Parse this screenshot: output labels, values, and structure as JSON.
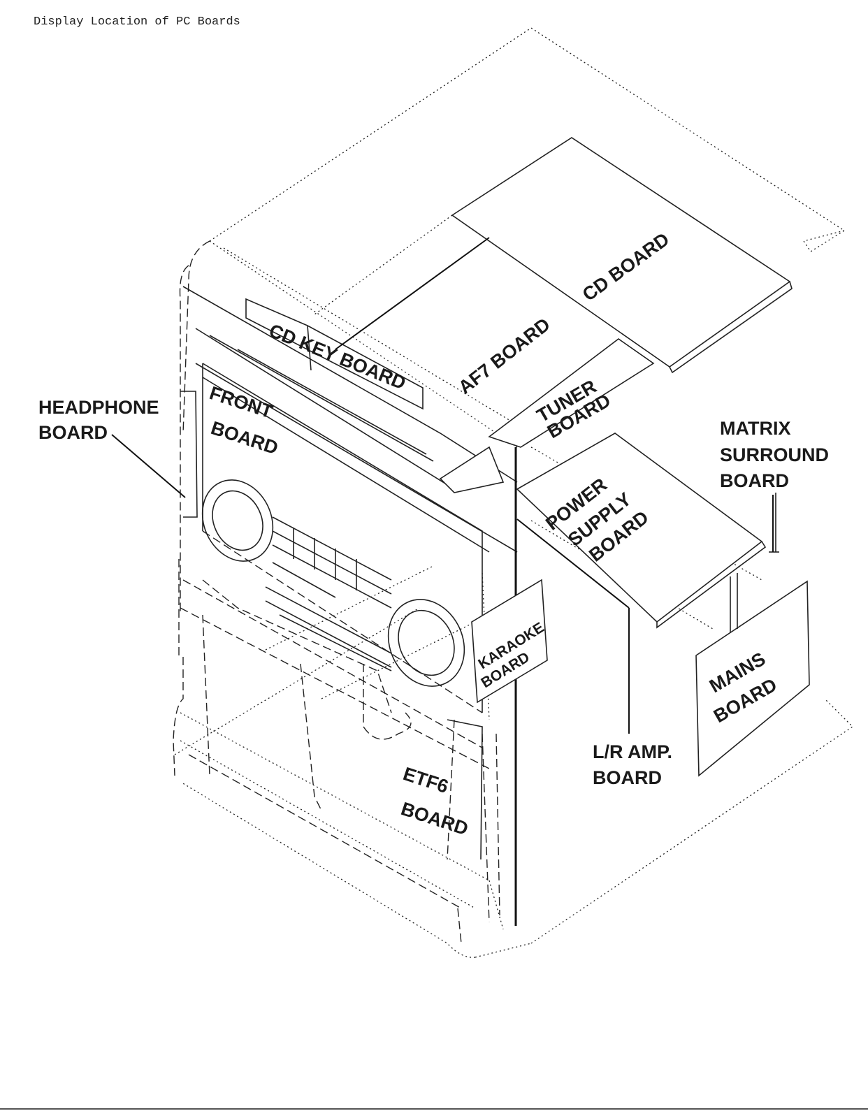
{
  "page": {
    "title": "Display Location of PC Boards"
  },
  "labels": {
    "cd_board": "CD BOARD",
    "cd_key_board": "CD KEY BOARD",
    "af7_board": "AF7 BOARD",
    "tuner_board_line1": "TUNER",
    "tuner_board_line2": "BOARD",
    "front_board_line1": "FRONT",
    "front_board_line2": "BOARD",
    "headphone_board_line1": "HEADPHONE",
    "headphone_board_line2": "BOARD",
    "matrix_surround_line1": "MATRIX",
    "matrix_surround_line2": "SURROUND",
    "matrix_surround_line3": "BOARD",
    "power_supply_line1": "POWER",
    "power_supply_line2": "SUPPLY",
    "power_supply_line3": "BOARD",
    "karaoke_board_line1": "KARAOKE",
    "karaoke_board_line2": "BOARD",
    "mains_board_line1": "MAINS",
    "mains_board_line2": "BOARD",
    "lr_amp_board_line1": "L/R AMP.",
    "lr_amp_board_line2": "BOARD",
    "etf6_board_line1": "ETF6",
    "etf6_board_line2": "BOARD"
  }
}
